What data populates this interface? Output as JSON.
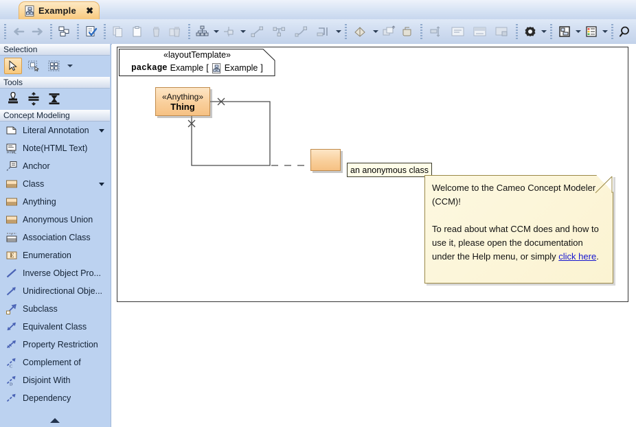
{
  "window": {
    "tab": {
      "title": "Example",
      "icon": "diagram-icon",
      "close": "✖"
    }
  },
  "toolbar": {
    "groups": [
      {
        "name": "navigation",
        "buttons": [
          {
            "name": "back-icon",
            "label": "Back"
          },
          {
            "name": "forward-icon",
            "label": "Forward"
          }
        ]
      },
      {
        "name": "structure",
        "buttons": [
          {
            "name": "containment-tree-icon",
            "label": "Containment Tree"
          }
        ]
      },
      {
        "name": "validate",
        "buttons": [
          {
            "name": "validate-icon",
            "label": "Validate"
          }
        ]
      },
      {
        "name": "clipboard",
        "buttons": [
          {
            "name": "copy-icon",
            "label": "Copy"
          },
          {
            "name": "paste-icon",
            "label": "Paste"
          },
          {
            "name": "delete-icon",
            "label": "Delete"
          },
          {
            "name": "delete-all-icon",
            "label": "Delete From Model"
          }
        ]
      },
      {
        "name": "layout",
        "buttons": [
          {
            "name": "hierarchy-layout-icon",
            "label": "Layout"
          },
          {
            "name": "orthogonal-layout-icon",
            "label": "Orthogonal Layout"
          },
          {
            "name": "diagonal-line-icon",
            "label": "Diagonal Path"
          },
          {
            "name": "tree-line-icon",
            "label": "Tree Path"
          },
          {
            "name": "bezier-line-icon",
            "label": "Bezier Path"
          },
          {
            "name": "rectilinear-line-icon",
            "label": "Rectilinear Path"
          }
        ]
      },
      {
        "name": "style",
        "buttons": [
          {
            "name": "fill-color-icon",
            "label": "Fill Color"
          },
          {
            "name": "bring-to-front-icon",
            "label": "Bring To Front"
          },
          {
            "name": "format-painter-icon",
            "label": "Format Painter"
          }
        ]
      },
      {
        "name": "align",
        "buttons": [
          {
            "name": "align-icon",
            "label": "Align"
          },
          {
            "name": "fit-text-icon",
            "label": "Fit Shape To Content"
          },
          {
            "name": "image-icon",
            "label": "Image"
          },
          {
            "name": "resize-icon",
            "label": "Resize"
          }
        ]
      },
      {
        "name": "options",
        "buttons": [
          {
            "name": "gear-icon",
            "label": "Options"
          }
        ]
      },
      {
        "name": "view",
        "buttons": [
          {
            "name": "panels-icon",
            "label": "Panels"
          },
          {
            "name": "legend-icon",
            "label": "Legend"
          }
        ]
      },
      {
        "name": "search",
        "buttons": [
          {
            "name": "search-icon",
            "label": "Search"
          }
        ]
      }
    ]
  },
  "sidebar": {
    "sections": [
      {
        "title": "Selection",
        "tools": [
          {
            "name": "cursor-tool",
            "label": "Select",
            "active": true
          },
          {
            "name": "marquee-select-tool",
            "label": "Marquee Select",
            "active": false
          },
          {
            "name": "multi-select-tool",
            "label": "Select All",
            "active": false
          }
        ]
      },
      {
        "title": "Tools",
        "tools": [
          {
            "name": "stamp-tool",
            "label": "Stamp",
            "active": false
          },
          {
            "name": "align-vertical-tool",
            "label": "Align Vertical",
            "active": false
          },
          {
            "name": "distribute-tool",
            "label": "Distribute",
            "active": false
          }
        ]
      }
    ],
    "concept_modeling": {
      "title": "Concept Modeling",
      "items": [
        {
          "label": "Literal Annotation",
          "icon": "literal-annotation-icon",
          "dropdown": true
        },
        {
          "label": "Note(HTML Text)",
          "icon": "note-html-icon",
          "dropdown": false
        },
        {
          "label": "Anchor",
          "icon": "anchor-icon",
          "dropdown": false
        },
        {
          "label": "Class",
          "icon": "class-icon",
          "dropdown": true
        },
        {
          "label": "Anything",
          "icon": "anything-icon",
          "dropdown": false
        },
        {
          "label": "Anonymous Union",
          "icon": "anonymous-union-icon",
          "dropdown": false
        },
        {
          "label": "Association Class",
          "icon": "association-class-icon",
          "dropdown": false
        },
        {
          "label": "Enumeration",
          "icon": "enumeration-icon",
          "dropdown": false
        },
        {
          "label": "Inverse Object Pro...",
          "icon": "inverse-object-property-icon",
          "dropdown": false
        },
        {
          "label": "Unidirectional Obje...",
          "icon": "unidirectional-object-property-icon",
          "dropdown": false
        },
        {
          "label": "Subclass",
          "icon": "subclass-icon",
          "dropdown": false
        },
        {
          "label": "Equivalent Class",
          "icon": "equivalent-class-icon",
          "dropdown": false
        },
        {
          "label": "Property Restriction",
          "icon": "property-restriction-icon",
          "dropdown": false
        },
        {
          "label": "Complement of",
          "icon": "complement-of-icon",
          "dropdown": false
        },
        {
          "label": "Disjoint With",
          "icon": "disjoint-with-icon",
          "dropdown": false
        },
        {
          "label": "Dependency",
          "icon": "dependency-icon",
          "dropdown": false
        }
      ],
      "collapse": "collapse-arrow-icon"
    }
  },
  "diagram": {
    "package": {
      "stereotype": "«layoutTemplate»",
      "keyword": "package",
      "name": "Example",
      "bracket_open": "[",
      "icon": "diagram-icon",
      "diagram_name": "Example",
      "bracket_close": "]"
    },
    "thing": {
      "stereotype": "«Anything»",
      "name": "Thing"
    },
    "anonymous_class": {
      "label": "an anonymous class"
    },
    "note": {
      "paragraph1": "Welcome to the Cameo Concept Modeler (CCM)!",
      "paragraph2_before": "To read about what CCM does and how to use it, please open the documentation under the Help menu, or simply ",
      "link": "click here",
      "paragraph2_after": "."
    }
  },
  "colors": {
    "tab_accent": "#f8c97e",
    "panel_bg": "#bcd2f0",
    "class_fill": "#f9cf9b",
    "note_fill": "#fbf3d2",
    "link": "#1414d0"
  }
}
